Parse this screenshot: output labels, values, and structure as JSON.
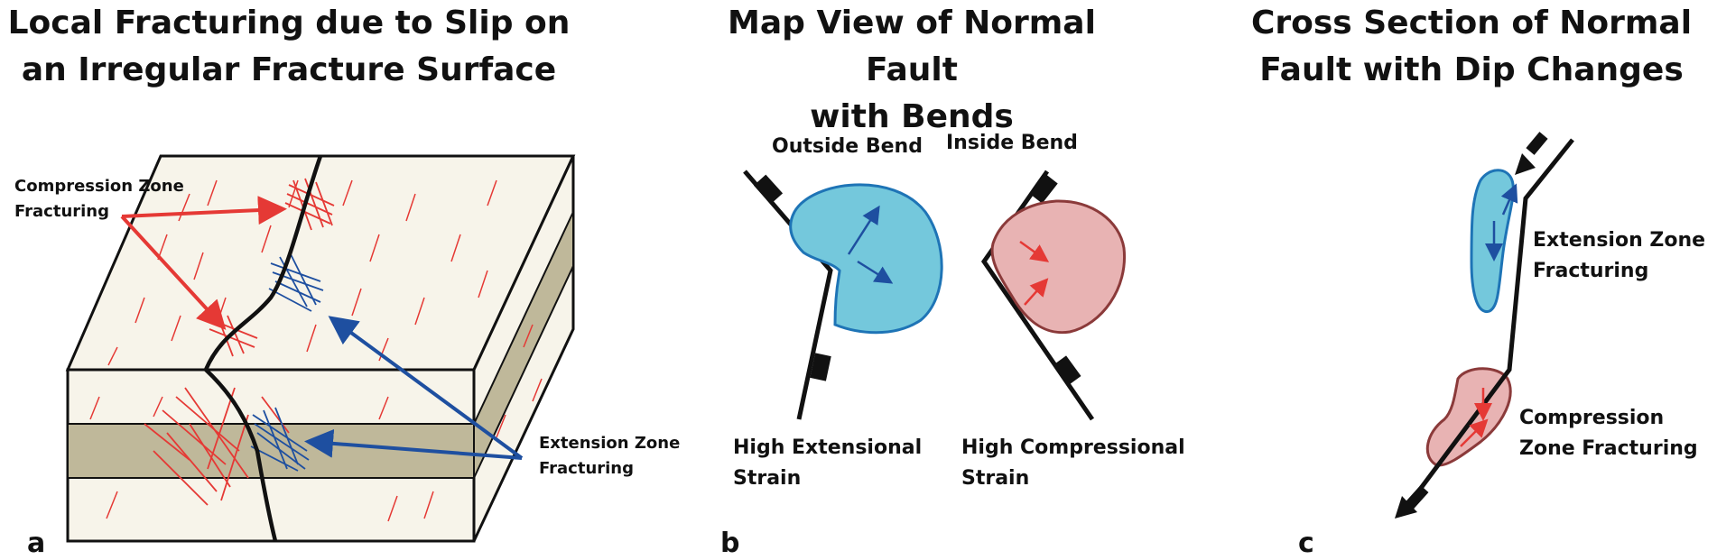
{
  "panel_a": {
    "title_line1": "Local Fracturing due to Slip on",
    "title_line2": "an Irregular Fracture Surface",
    "compression_label_line1": "Compression Zone",
    "compression_label_line2": "Fracturing",
    "extension_label_line1": "Extension Zone",
    "extension_label_line2": "Fracturing",
    "letter": "a"
  },
  "panel_b": {
    "title_line1": "Map View of Normal Fault",
    "title_line2": "with Bends",
    "outside_bend": "Outside Bend",
    "inside_bend": "Inside Bend",
    "extensional_line1": "High Extensional",
    "extensional_line2": "Strain",
    "compressional_line1": "High Compressional",
    "compressional_line2": "Strain",
    "letter": "b"
  },
  "panel_c": {
    "title_line1": "Cross Section of Normal",
    "title_line2": "Fault with Dip Changes",
    "extension_line1": "Extension Zone",
    "extension_line2": "Fracturing",
    "compression_line1": "Compression",
    "compression_line2": "Zone Fracturing",
    "letter": "c"
  },
  "colors": {
    "compression": "#e53935",
    "extension": "#1e4fa0",
    "blue_fill": "#74c8dc",
    "pink_fill": "#e8b3b3",
    "layer_fill": "#bfb89a",
    "block_fill": "#f7f4ea"
  }
}
